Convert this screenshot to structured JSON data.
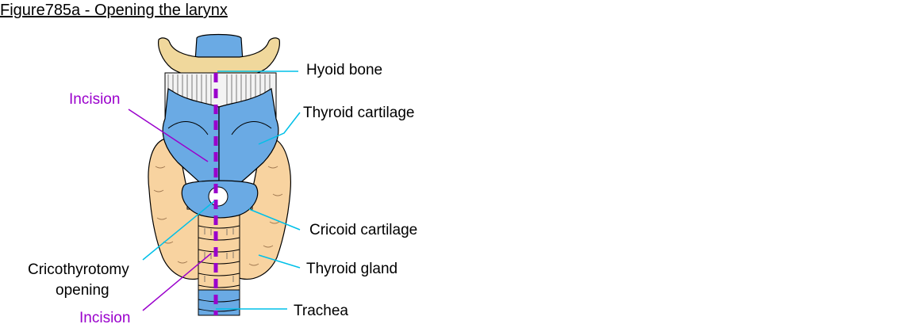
{
  "title": "Figure785a - Opening the larynx",
  "labels": {
    "hyoid_bone": "Hyoid bone",
    "thyroid_cartilage": "Thyroid cartilage",
    "cricoid_cartilage": "Cricoid cartilage",
    "thyroid_gland": "Thyroid gland",
    "trachea": "Trachea",
    "cricothyrotomy_line1": "Cricothyrotomy",
    "cricothyrotomy_line2": "opening",
    "incision_upper": "Incision",
    "incision_lower": "Incision"
  },
  "colors": {
    "cartilage_blue": "#6aaae4",
    "gland_tan": "#f8d3a0",
    "bone_tan": "#f0d89c",
    "leader_cyan": "#00c0e8",
    "incision_purple": "#9a00cc"
  }
}
